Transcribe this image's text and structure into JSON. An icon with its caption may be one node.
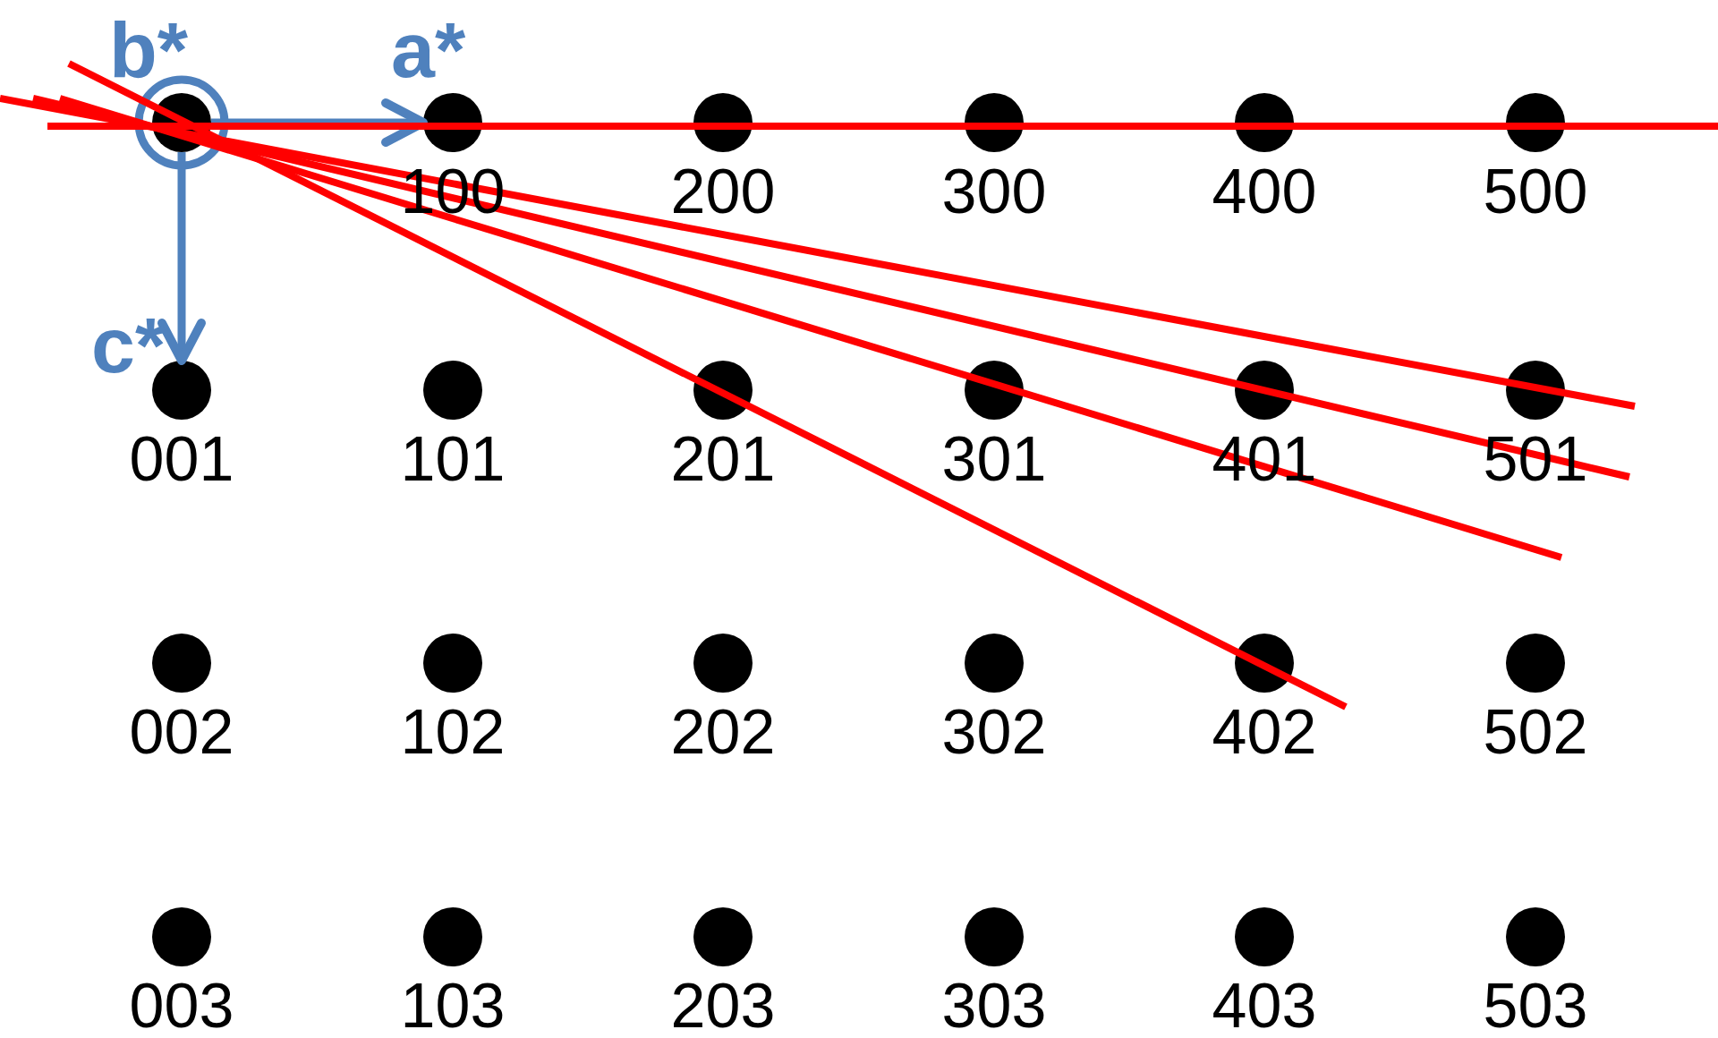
{
  "diagram": {
    "nodes": [
      {
        "text": [],
        "shape": "circle"
      },
      {
        "text": [],
        "shape": "circle",
        "beside": [
          "100"
        ]
      },
      {
        "text": [],
        "shape": "circle",
        "beside": [
          "200"
        ]
      },
      {
        "text": [],
        "shape": "circle",
        "beside": [
          "300"
        ]
      },
      {
        "text": [],
        "shape": "circle",
        "beside": [
          "400"
        ]
      },
      {
        "text": [],
        "shape": "circle",
        "beside": [
          "500"
        ]
      },
      {
        "text": [],
        "shape": "circle",
        "beside": [
          "001"
        ]
      },
      {
        "text": [],
        "shape": "circle",
        "beside": [
          "101"
        ]
      },
      {
        "text": [],
        "shape": "circle",
        "beside": [
          "201"
        ]
      },
      {
        "text": [],
        "shape": "circle",
        "beside": [
          "301"
        ]
      },
      {
        "text": [],
        "shape": "circle",
        "beside": [
          "401"
        ]
      },
      {
        "text": [],
        "shape": "circle",
        "beside": [
          "501"
        ]
      },
      {
        "text": [],
        "shape": "circle",
        "beside": [
          "002"
        ]
      },
      {
        "text": [],
        "shape": "circle",
        "beside": [
          "102"
        ]
      },
      {
        "text": [],
        "shape": "circle",
        "beside": [
          "202"
        ]
      },
      {
        "text": [],
        "shape": "circle",
        "beside": [
          "302"
        ]
      },
      {
        "text": [],
        "shape": "circle",
        "beside": [
          "402"
        ]
      },
      {
        "text": [],
        "shape": "circle",
        "beside": [
          "502"
        ]
      },
      {
        "text": [],
        "shape": "circle",
        "beside": [
          "003"
        ]
      },
      {
        "text": [],
        "shape": "circle",
        "beside": [
          "103"
        ]
      },
      {
        "text": [],
        "shape": "circle",
        "beside": [
          "203"
        ]
      },
      {
        "text": [],
        "shape": "circle",
        "beside": [
          "303"
        ]
      },
      {
        "text": [],
        "shape": "circle",
        "beside": [
          "403"
        ]
      },
      {
        "text": [],
        "shape": "circle",
        "beside": [
          "503"
        ]
      }
    ],
    "edges": [
      {
        "from": 0,
        "to": 1,
        "arrow": "to"
      },
      {
        "from": 0,
        "to": 6,
        "arrow": "to"
      }
    ],
    "labels": [
      "b*",
      "a*",
      "c*"
    ]
  }
}
